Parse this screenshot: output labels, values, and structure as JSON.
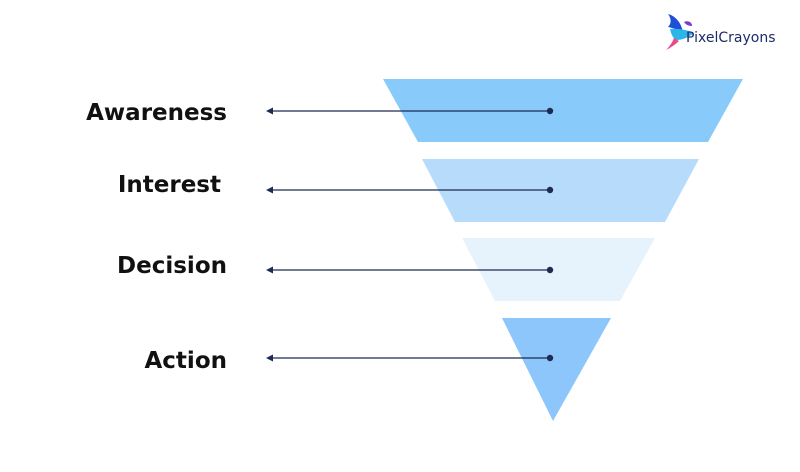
{
  "brand": {
    "name": "PixelCrayons",
    "logo_icon": "hummingbird-icon",
    "text_color": "#1d2b6b",
    "logo_colors": [
      "#1e4fd8",
      "#2bb5e8",
      "#e94b8a",
      "#7a3ccf"
    ]
  },
  "funnel": {
    "arrow_color": "#1d2b55",
    "stages": [
      {
        "label": "Awareness",
        "color": "#88cbfb"
      },
      {
        "label": "Interest",
        "color": "#b7dbfb"
      },
      {
        "label": "Decision",
        "color": "#e6f3fd"
      },
      {
        "label": "Action",
        "color": "#8cc6fa"
      }
    ]
  }
}
